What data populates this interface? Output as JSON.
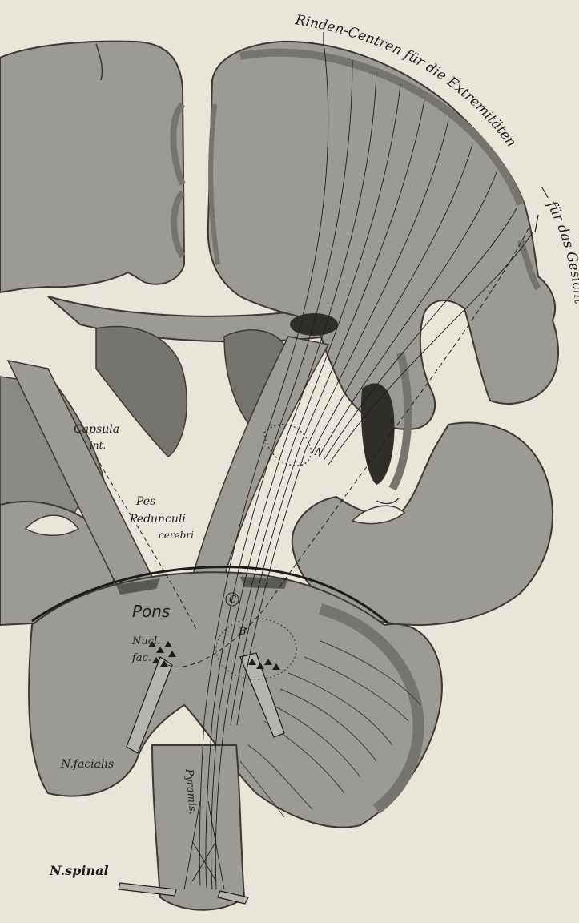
{
  "labels": {
    "rinden_centren": "Rinden-Centren für die Extremitäten",
    "fuer_das_gesicht": "— für das Gesicht",
    "capsula": "Capsula",
    "int": "int.",
    "pes": "Pes",
    "pedunculi": "Pedunculi",
    "cerebri": "cerebri",
    "pons": "Pons",
    "nucl": "Nucl.",
    "fac": "fac.",
    "pyramis": "Pyramis.",
    "n_facialis": "N.facialis",
    "n_spinal": "N.spinal",
    "marker_a": "A",
    "marker_b": "B",
    "marker_c": "C"
  },
  "colors": {
    "paper": "#e9e6d8",
    "tissue": "#9b9a95",
    "grey_matter": "#75746f",
    "dark_nucleus": "#2e2d2a",
    "ink": "#1c1c1c"
  }
}
